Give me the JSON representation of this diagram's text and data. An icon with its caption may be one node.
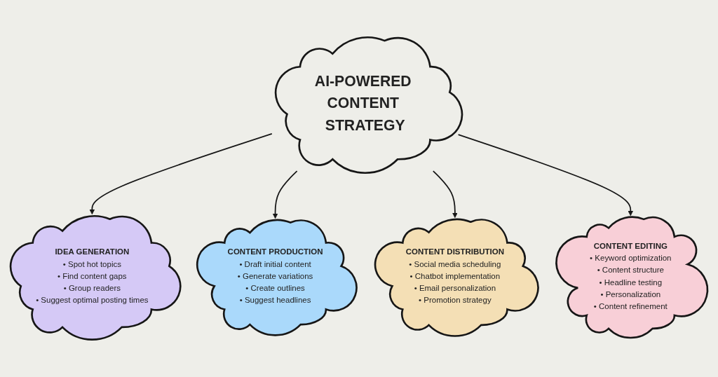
{
  "diagram": {
    "nodes": [
      {
        "text": [
          "IDEA GENERATION",
          "• Spot hot topics",
          "• Find content gaps",
          "• Group readers",
          "• Suggest optimal posting times"
        ]
      },
      {
        "text": [
          "CONTENT PRODUCTION",
          "• Draft initial content",
          "• Generate variations",
          "• Create outlines",
          "• Suggest headlines"
        ]
      },
      {
        "text": [
          "AI-POWERED CONTENT STRATEGY"
        ]
      },
      {
        "text": [
          "CONTENT DISTRIBUTION",
          "• Social media scheduling",
          "• Chatbot implementation",
          "• Email personalization",
          "• Promotion strategy"
        ]
      },
      {
        "text": [
          "CONTENT EDITING",
          "• Keyword optimization",
          "• Content structure",
          "• Headline testing",
          "• Personalization",
          "• Content refinement"
        ]
      }
    ],
    "edges": [
      {
        "from": 2,
        "to": 0,
        "arrow": "to"
      },
      {
        "from": 2,
        "to": 1,
        "arrow": "to"
      },
      {
        "from": 2,
        "to": 3,
        "arrow": "to"
      },
      {
        "from": 2,
        "to": 4,
        "arrow": "to"
      }
    ]
  }
}
